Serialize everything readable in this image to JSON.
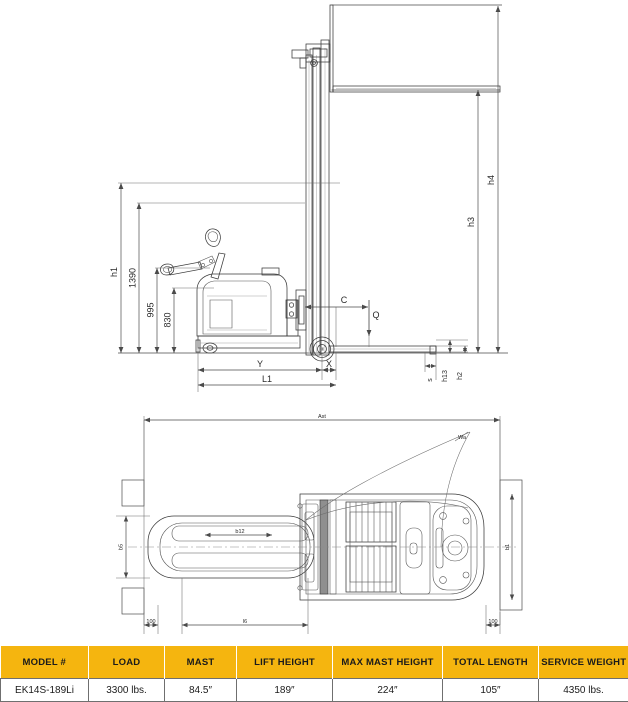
{
  "spec_table": {
    "headers": [
      "MODEL #",
      "LOAD",
      "MAST",
      "LIFT HEIGHT",
      "MAX MAST HEIGHT",
      "TOTAL LENGTH",
      "SERVICE WEIGHT"
    ],
    "row": {
      "model": "EK14S-189Li",
      "load": "3300 lbs.",
      "mast": "84.5″",
      "lift_height": "189″",
      "max_mast_height": "224″",
      "total_length": "105″",
      "service_weight": "4350 lbs."
    }
  },
  "side_view": {
    "dimensions": {
      "h1": "h1",
      "v1390": "1390",
      "v995": "995",
      "v830": "830",
      "h4": "h4",
      "h3": "h3",
      "h13": "h13",
      "h2": "h2",
      "s": "s",
      "c": "C",
      "q": "Q",
      "x": "X",
      "y": "Y",
      "l1": "L1"
    }
  },
  "top_view": {
    "dimensions": {
      "ast": "Ast",
      "b5": "b5",
      "b1": "b1",
      "b12": "b12",
      "l6": "l6",
      "e_left": "100",
      "e_right": "100",
      "wa": "Wa"
    }
  },
  "colors": {
    "header_yellow": "#F5B50F",
    "line_gray": "#4a4a4a",
    "text_dark": "#1b1b1b"
  }
}
